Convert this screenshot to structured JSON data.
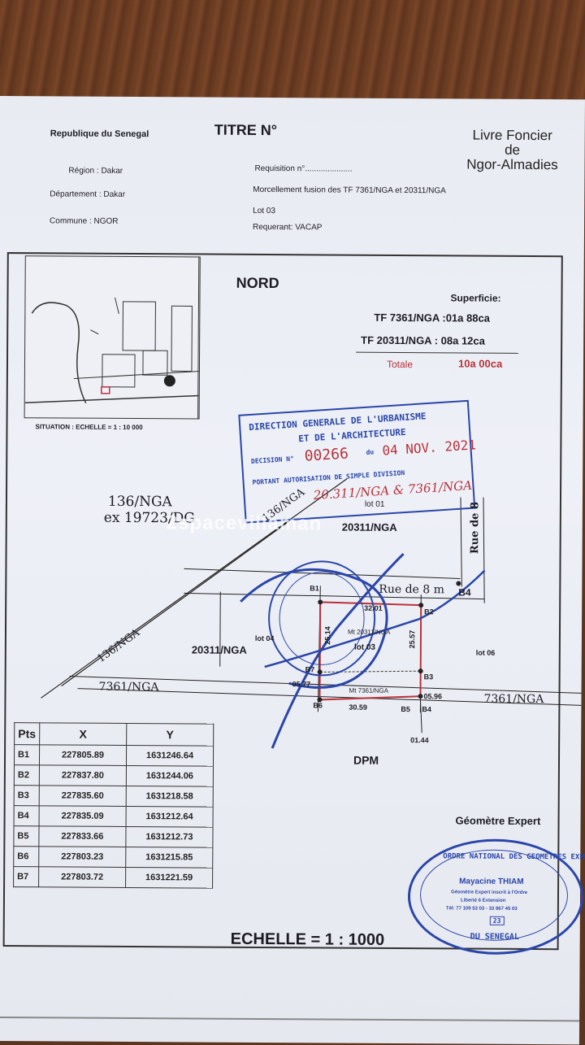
{
  "header": {
    "country": "Republique du Senegal",
    "title": "TITRE N°",
    "livre_line1": "Livre Foncier",
    "livre_line2": "de",
    "livre_line3": "Ngor-Almadies",
    "region": "Région : Dakar",
    "departement": "Département : Dakar",
    "commune": "Commune : NGOR",
    "requisition": "Requisition n°.....................",
    "morcellement": "Morcellement fusion des TF 7361/NGA et 20311/NGA",
    "lot": "Lot 03",
    "requerant": "Requerant: VACAP"
  },
  "plan": {
    "situation_label": "SITUATION : ECHELLE = 1 : 10 000",
    "nord": "NORD",
    "superficie_label": "Superficie:",
    "tf1": "TF 7361/NGA :01a 88ca",
    "tf2": "TF 20311/NGA : 08a 12ca",
    "totale_label": "Totale",
    "totale_value": "10a 00ca",
    "parcel_136": "136/NGA",
    "parcel_ex": "ex 19723/DG",
    "parcel_136_diag1": "136/NGA",
    "parcel_136_diag2": "136/NGA",
    "lot01": "lot 01",
    "p20311_top": "20311/NGA",
    "rue_de_8": "Rue de 8",
    "rue_de_8m": "Rue de 8 m",
    "p20311_left": "20311/NGA",
    "lot04": "lot 04",
    "lot03": "lot 03",
    "lot06": "lot 06",
    "mt20311": "Mt 20311/NGA",
    "mt7361": "Mt 7361/NGA",
    "p7361_left": "7361/NGA",
    "p7361_right": "7361/NGA",
    "dpm": "DPM",
    "b1": "B1",
    "b2": "B2",
    "b3": "B3",
    "b4_top": "B4",
    "b4_bot": "B4",
    "b5": "B5",
    "b6": "B6",
    "b7": "B7",
    "d_top": "32.01",
    "d_left": "25.14",
    "d_right": "25.57",
    "d_bottom": "30.59",
    "d_0577": "05.77",
    "d_0596": "05.96",
    "d_0144": "01.44",
    "geometre": "Géomètre Expert",
    "echelle": "ECHELLE = 1 : 1000"
  },
  "coords_table": {
    "headers": [
      "Pts",
      "X",
      "Y"
    ],
    "rows": [
      [
        "B1",
        "227805.89",
        "1631246.64"
      ],
      [
        "B2",
        "227837.80",
        "1631244.06"
      ],
      [
        "B3",
        "227835.60",
        "1631218.58"
      ],
      [
        "B4",
        "227835.09",
        "1631212.64"
      ],
      [
        "B5",
        "227833.66",
        "1631212.73"
      ],
      [
        "B6",
        "227803.23",
        "1631215.85"
      ],
      [
        "B7",
        "227803.72",
        "1631221.59"
      ]
    ]
  },
  "stamp_direction": {
    "line1": "DIRECTION GENERALE DE L'URBANISME",
    "line2": "ET DE L'ARCHITECTURE",
    "decision_label": "DECISION N°",
    "decision_number": "00266",
    "du": "du",
    "date": "04 NOV. 2021",
    "line4": "PORTANT AUTORISATION DE SIMPLE DIVISION",
    "handwritten": "20.311/NGA & 7361/NGA"
  },
  "stamp_geometres": {
    "ring_top": "ORDRE NATIONAL DES GEOMETRES EXPERTS",
    "ring_bottom": "DU SENEGAL",
    "name": "Mayacine THIAM",
    "line1": "Géomètre Expert inscrit à l'Ordre",
    "line2": "Liberté 6 Extension",
    "line3": "Tél: 77 109 53 03 - 33 867 45 03",
    "number": "23"
  },
  "watermark": "2spacevillaman",
  "colors": {
    "wood": "#6b3d22",
    "paper": "#eceef5",
    "ink": "#1c1c24",
    "stamp_blue": "#2a46a8",
    "parcel_red": "#b8323a"
  }
}
